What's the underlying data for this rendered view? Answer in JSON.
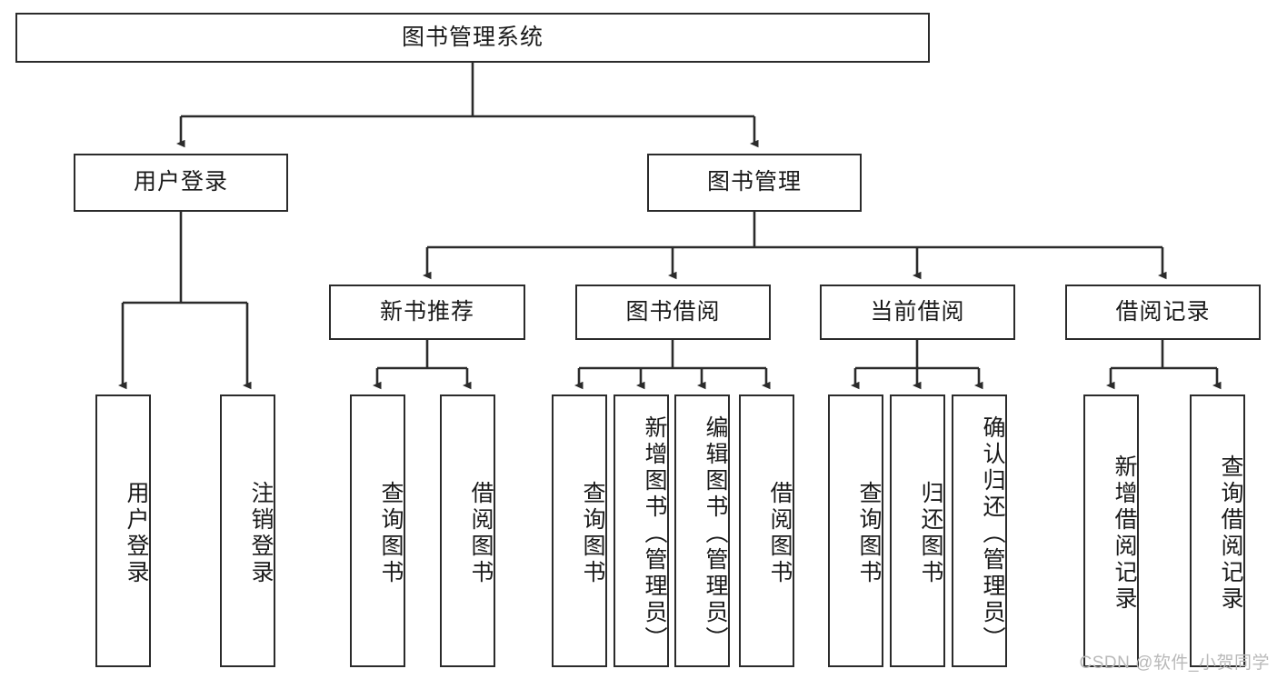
{
  "diagram": {
    "title": "图书管理系统",
    "type": "tree",
    "watermark": "CSDN @软件_小贺同学",
    "colors": {
      "stroke": "#2b2b2b",
      "fill": "#ffffff",
      "text": "#1a1a1a",
      "watermark": "#b9b9b9"
    },
    "nodes": {
      "root": {
        "label": "图书管理系统"
      },
      "level2": [
        {
          "id": "user-login",
          "label": "用户登录"
        },
        {
          "id": "book-manage",
          "label": "图书管理"
        }
      ],
      "level3": [
        {
          "id": "new-book-recommend",
          "label": "新书推荐"
        },
        {
          "id": "book-borrow",
          "label": "图书借阅"
        },
        {
          "id": "current-borrow",
          "label": "当前借阅"
        },
        {
          "id": "borrow-record",
          "label": "借阅记录"
        }
      ],
      "leaves": {
        "user_login": [
          {
            "id": "leaf-user-login",
            "label": "用户登录"
          },
          {
            "id": "leaf-logout-login",
            "label": "注销登录"
          }
        ],
        "new_book_recommend": [
          {
            "id": "leaf-query-book-1",
            "label": "查询图书"
          },
          {
            "id": "leaf-borrow-book-1",
            "label": "借阅图书"
          }
        ],
        "book_borrow": [
          {
            "id": "leaf-query-book-2",
            "label": "查询图书"
          },
          {
            "id": "leaf-add-book",
            "label": "新增图书（管理员）"
          },
          {
            "id": "leaf-edit-book",
            "label": "编辑图书（管理员）"
          },
          {
            "id": "leaf-borrow-book-2",
            "label": "借阅图书"
          }
        ],
        "current_borrow": [
          {
            "id": "leaf-query-book-3",
            "label": "查询图书"
          },
          {
            "id": "leaf-return-book",
            "label": "归还图书"
          },
          {
            "id": "leaf-confirm-return",
            "label": "确认归还（管理员）"
          }
        ],
        "borrow_record": [
          {
            "id": "leaf-add-record",
            "label": "新增借阅记录"
          },
          {
            "id": "leaf-query-record",
            "label": "查询借阅记录"
          }
        ]
      }
    }
  }
}
